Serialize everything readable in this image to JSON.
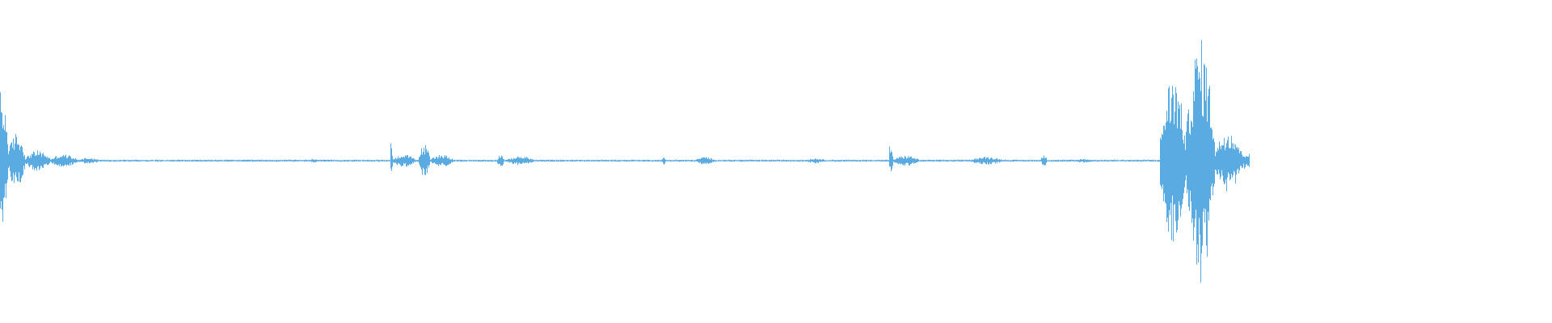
{
  "waveform": {
    "color": "#5aabe2",
    "background": "#ffffff",
    "duration_fraction_shown": 0.8,
    "bursts": [
      {
        "start": 0.0,
        "end": 0.006,
        "peak": 0.55,
        "decay": "attack"
      },
      {
        "start": 0.006,
        "end": 0.02,
        "peak": 0.22
      },
      {
        "start": 0.02,
        "end": 0.04,
        "peak": 0.08
      },
      {
        "start": 0.04,
        "end": 0.062,
        "peak": 0.05
      },
      {
        "start": 0.062,
        "end": 0.08,
        "peak": 0.025
      },
      {
        "start": 0.25,
        "end": 0.256,
        "peak": 0.02
      },
      {
        "start": 0.314,
        "end": 0.316,
        "peak": 0.17,
        "decay": "spike"
      },
      {
        "start": 0.316,
        "end": 0.334,
        "peak": 0.05
      },
      {
        "start": 0.337,
        "end": 0.346,
        "peak": 0.13
      },
      {
        "start": 0.346,
        "end": 0.365,
        "peak": 0.05
      },
      {
        "start": 0.4,
        "end": 0.406,
        "peak": 0.05
      },
      {
        "start": 0.408,
        "end": 0.43,
        "peak": 0.035
      },
      {
        "start": 0.533,
        "end": 0.536,
        "peak": 0.03
      },
      {
        "start": 0.56,
        "end": 0.575,
        "peak": 0.03
      },
      {
        "start": 0.648,
        "end": 0.665,
        "peak": 0.02
      },
      {
        "start": 0.716,
        "end": 0.719,
        "peak": 0.12,
        "decay": "spike"
      },
      {
        "start": 0.719,
        "end": 0.74,
        "peak": 0.04
      },
      {
        "start": 0.78,
        "end": 0.808,
        "peak": 0.03
      },
      {
        "start": 0.838,
        "end": 0.843,
        "peak": 0.05
      },
      {
        "start": 0.865,
        "end": 0.88,
        "peak": 0.015
      },
      {
        "start": 0.934,
        "end": 0.955,
        "peak": 0.68
      },
      {
        "start": 0.955,
        "end": 0.978,
        "peak": 0.95
      },
      {
        "start": 0.978,
        "end": 1.0,
        "peak": 0.25
      }
    ],
    "noise_floor": 0.008
  }
}
